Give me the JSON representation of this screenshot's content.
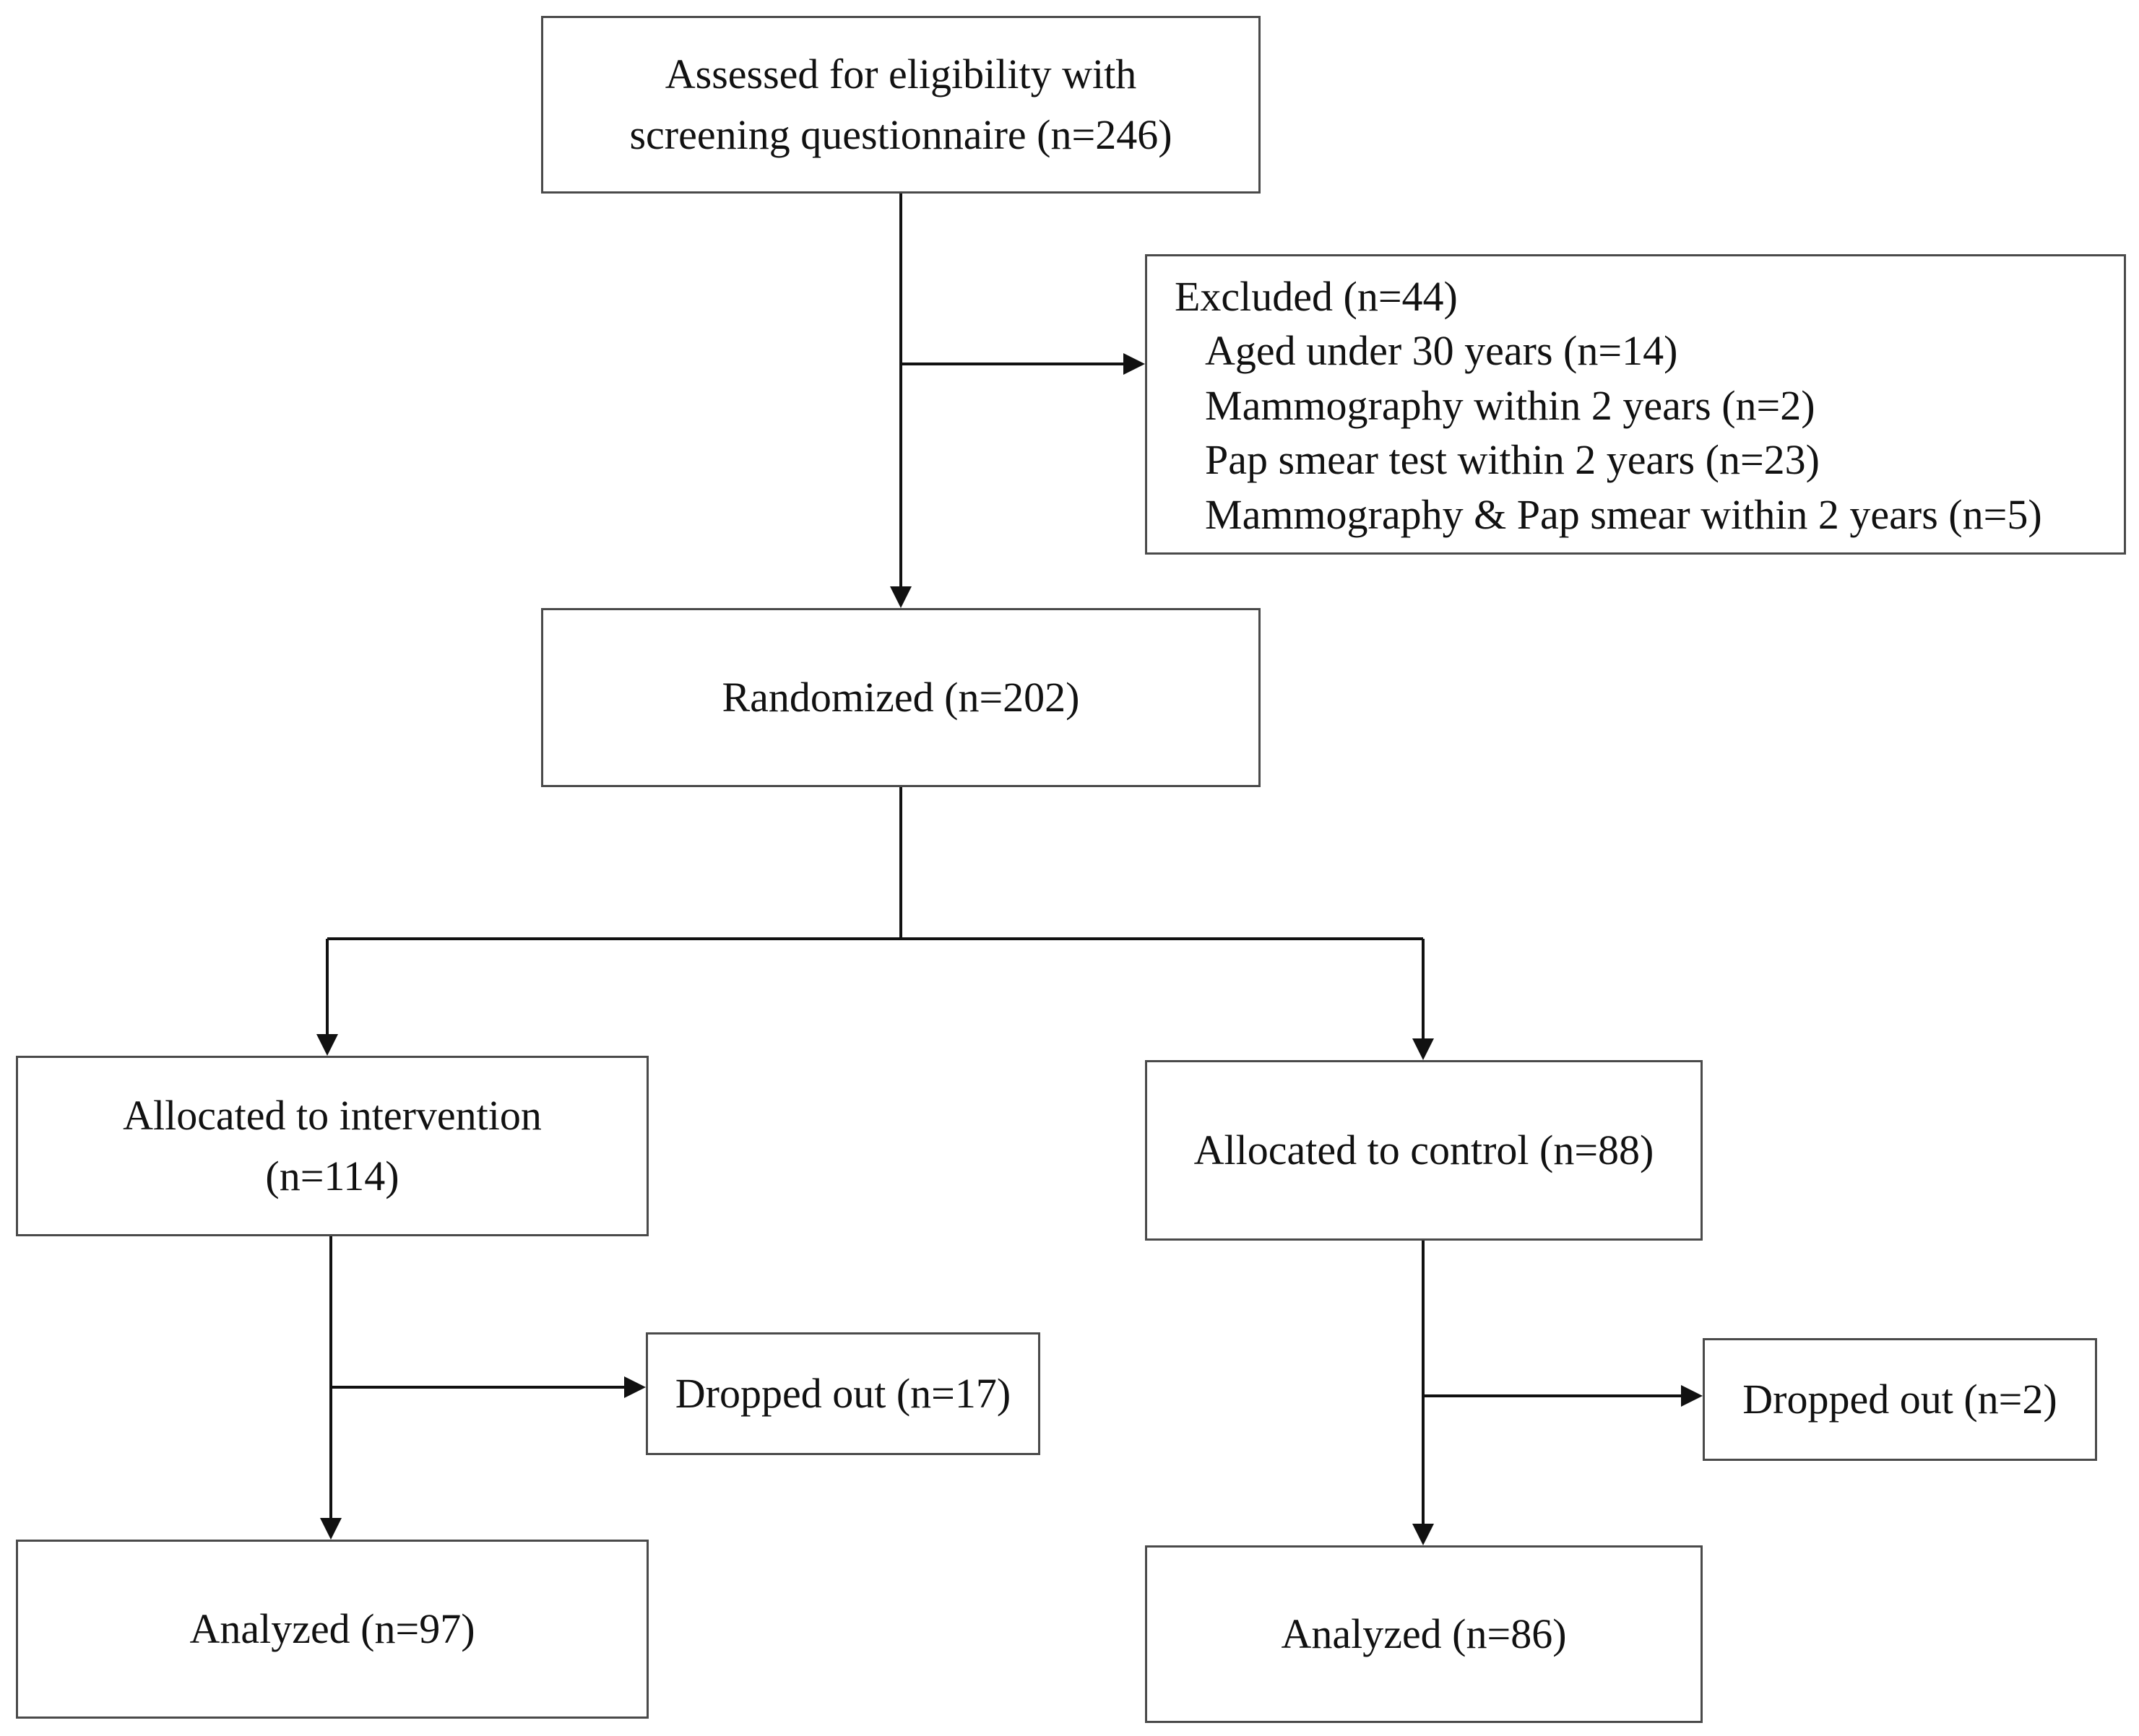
{
  "flowchart": {
    "assessed": {
      "line1": "Assessed for eligibility with",
      "line2": "screening questionnaire (n=246)"
    },
    "excluded": {
      "title": "Excluded (n=44)",
      "reasons": [
        "Aged under 30 years (n=14)",
        "Mammography within 2 years (n=2)",
        "Pap smear test within 2 years (n=23)",
        "Mammography & Pap smear within 2 years (n=5)"
      ]
    },
    "randomized": "Randomized (n=202)",
    "intervention": {
      "line1": "Allocated to intervention",
      "line2": "(n=114)",
      "dropped": "Dropped out (n=17)",
      "analyzed": "Analyzed (n=97)"
    },
    "control": {
      "allocated": "Allocated to control (n=88)",
      "dropped": "Dropped out (n=2)",
      "analyzed": "Analyzed (n=86)"
    }
  }
}
